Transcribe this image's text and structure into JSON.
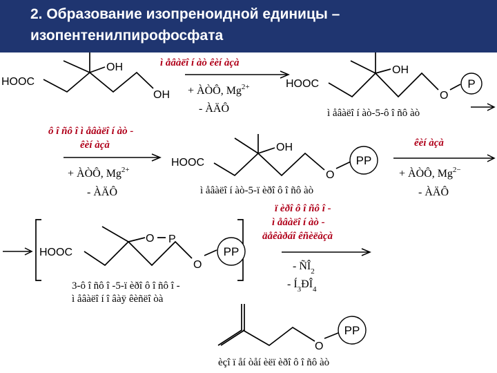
{
  "title": {
    "line1": "2. Образование изопреноидной единицы –",
    "line2": "изопентенилпирофосфата"
  },
  "mol1": {
    "hooc": "HOOC",
    "oh_top": "OH",
    "oh_end": "OH"
  },
  "step1": {
    "enzyme": "ì åâàëî í àò êèí àçà",
    "cofactor": "+ ÀÒÔ, Mg",
    "cofactor_sup": "2+",
    "byproduct": "- ÀÄÔ"
  },
  "mol2": {
    "hooc": "HOOC",
    "oh": "OH",
    "o": "O",
    "p": "P",
    "caption": "ì åâàëî í àò-5-ô î ñô àò"
  },
  "step2": {
    "enzyme_l1": "ô î ñô î ì åâàëî í àò -",
    "enzyme_l2": "êèí àçà",
    "cofactor": "+ ÀÒÔ, Mg",
    "cofactor_sup": "2+",
    "byproduct": "- ÀÄÔ"
  },
  "mol3": {
    "hooc": "HOOC",
    "oh": "OH",
    "o": "O",
    "pp": "PP",
    "caption": "ì åâàëî í àò-5-ï èðî ô î ñô àò"
  },
  "step3": {
    "enzyme": "êèí àçà",
    "cofactor": "+ ÀÒÔ, Mg",
    "cofactor_sup": "2−",
    "byproduct": "- ÀÄÔ"
  },
  "mol4": {
    "hooc": "HOOC",
    "o1": "O",
    "p": "P",
    "o2": "O",
    "pp": "PP",
    "caption_l1": "3-ô î ñô î -5-ï èðî ô î ñô î -",
    "caption_l2": "ì åâàëî í î âàÿ êèñëî òà"
  },
  "step4": {
    "enzyme_l1": "ï èðî ô î ñô î -",
    "enzyme_l2": "ì åâàëî í àò -",
    "enzyme_l3": "äåêàðáî êñèëàçà",
    "loss_co2": "- ÑÎ",
    "loss_co2_sub": "2",
    "loss_h3po4_a": "- Í",
    "loss_h3po4_a_sub": "3",
    "loss_h3po4_b": "ÐÎ",
    "loss_h3po4_b_sub": "4"
  },
  "mol5": {
    "o": "O",
    "pp": "PP",
    "caption": "èçî ï åí òåí èëï èðî ô î ñô àò"
  }
}
